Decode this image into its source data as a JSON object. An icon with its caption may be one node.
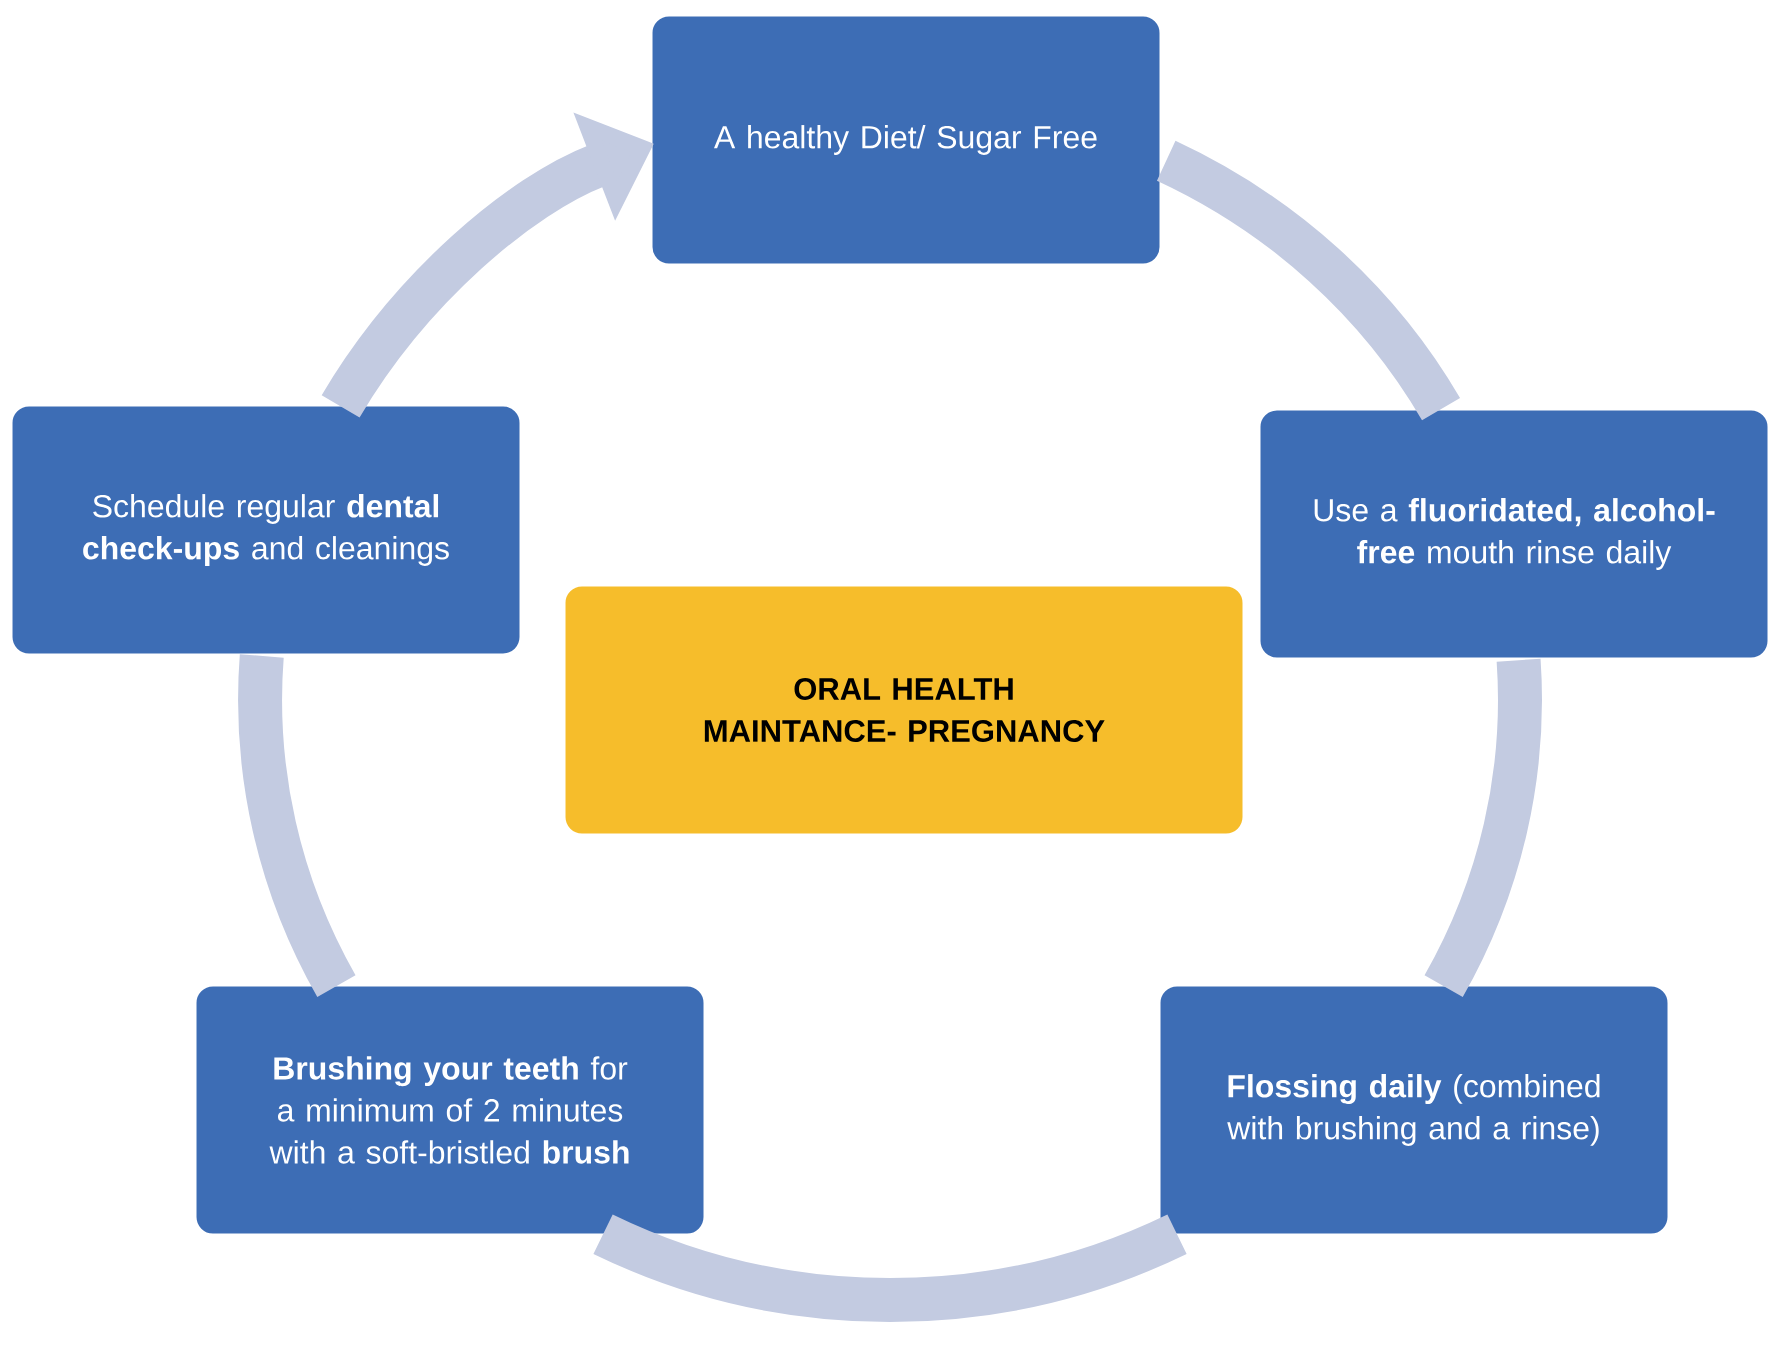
{
  "diagram": {
    "nodes": [
      {
        "text": [
          "A healthy Diet/ Sugar Free"
        ]
      },
      {
        "text": [
          "Use a **fluoridated, alcohol-free** mouth rinse daily"
        ]
      },
      {
        "text": [
          "**Flossing daily** (combined with brushing and a rinse)"
        ]
      },
      {
        "text": [
          "**Brushing your teeth** for a minimum of 2 minutes with a soft-bristled **brush**"
        ]
      },
      {
        "text": [
          "Schedule regular **dental check-ups** and cleanings"
        ]
      },
      {
        "text": [
          "ORAL HEALTH MAINTANCE- PREGNANCY"
        ]
      }
    ],
    "edges": [
      {
        "from": 0,
        "to": 1,
        "arrow": "none"
      },
      {
        "from": 1,
        "to": 2,
        "arrow": "none"
      },
      {
        "from": 2,
        "to": 3,
        "arrow": "none"
      },
      {
        "from": 3,
        "to": 4,
        "arrow": "none"
      },
      {
        "from": 4,
        "to": 0,
        "arrow": "to"
      }
    ]
  }
}
